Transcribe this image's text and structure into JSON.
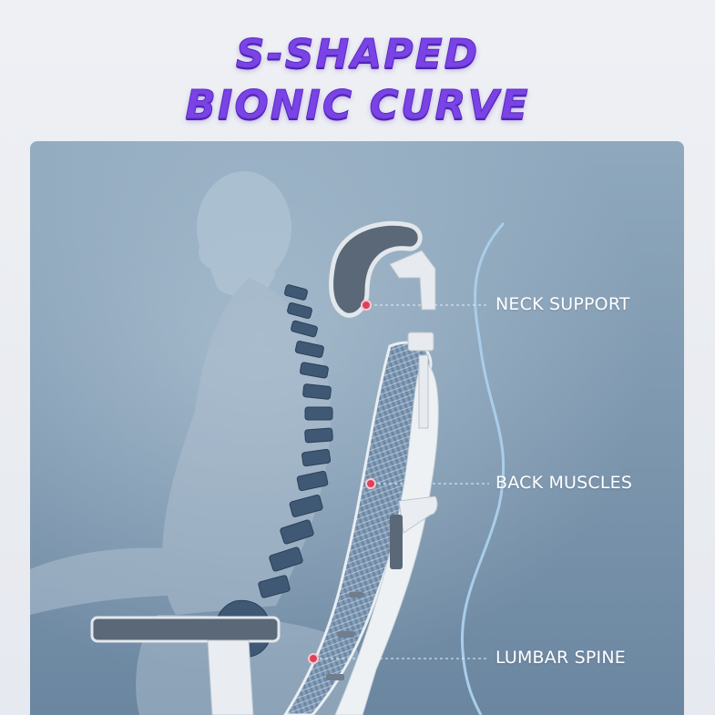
{
  "headline": {
    "line1": "S-SHAPED",
    "line2": "BIONIC CURVE"
  },
  "callouts": [
    {
      "label": "NECK SUPPORT"
    },
    {
      "label": "BACK MUSCLES"
    },
    {
      "label": "LUMBAR SPINE"
    }
  ],
  "colors": {
    "headline": "#7a43e6",
    "marker": "#e0405a",
    "curve": "#a9cdea",
    "panel_top": "#8fa8bd",
    "panel_bottom": "#6f8aa3"
  }
}
